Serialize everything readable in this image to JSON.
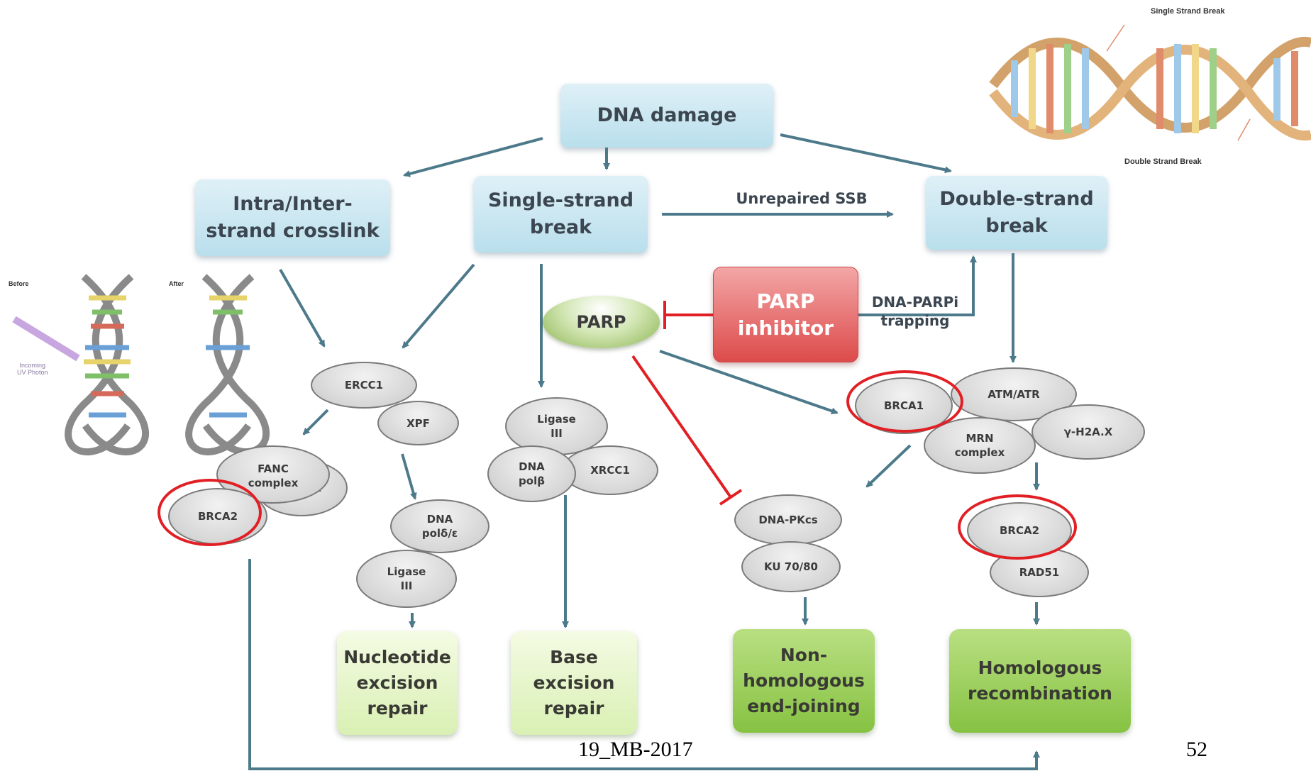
{
  "nodes": {
    "dna_damage": "DNA damage",
    "intra_inter_crosslink": "Intra/Inter-\nstrand crosslink",
    "single_strand_break": "Single-strand\nbreak",
    "double_strand_break": "Double-strand\nbreak",
    "parp": "PARP",
    "parp_inhibitor": "PARP\ninhibitor",
    "ercc1": "ERCC1",
    "xpf": "XPF",
    "fanc_complex": "FANC\ncomplex",
    "brca2_left": "BRCA2",
    "rad51_left": "RAD51",
    "dna_pol_de": "DNA\npolδ/ε",
    "ligase3_left": "Ligase\nIII",
    "ligase3_mid": "Ligase\nIII",
    "dna_pol_b": "DNA\npolβ",
    "xrcc1": "XRCC1",
    "brca1": "BRCA1",
    "atm_atr": "ATM/ATR",
    "mrn_complex": "MRN\ncomplex",
    "gamma_h2ax": "γ-H2A.X",
    "dna_pkcs": "DNA-PKcs",
    "ku_70_80": "KU 70/80",
    "brca2_right": "BRCA2",
    "rad51_right": "RAD51",
    "ner": "Nucleotide\nexcision\nrepair",
    "ber": "Base\nexcision\nrepair",
    "nhej": "Non-\nhomologous\nend-joining",
    "hr": "Homologous\nrecombination"
  },
  "edge_labels": {
    "unrepaired_ssb": "Unrepaired SSB",
    "dna_parpi_trapping": "DNA-PARPi\ntrapping"
  },
  "inset_labels": {
    "single_strand_break": "Single Strand Break",
    "double_strand_break": "Double Strand Break",
    "before": "Before",
    "after": "After",
    "incoming_uv": "Incoming\nUV Photon"
  },
  "footer": {
    "left": "19_MB-2017",
    "right": "52"
  },
  "colors": {
    "arrow": "#4d7a8a",
    "inhibit": "#e11f24"
  }
}
